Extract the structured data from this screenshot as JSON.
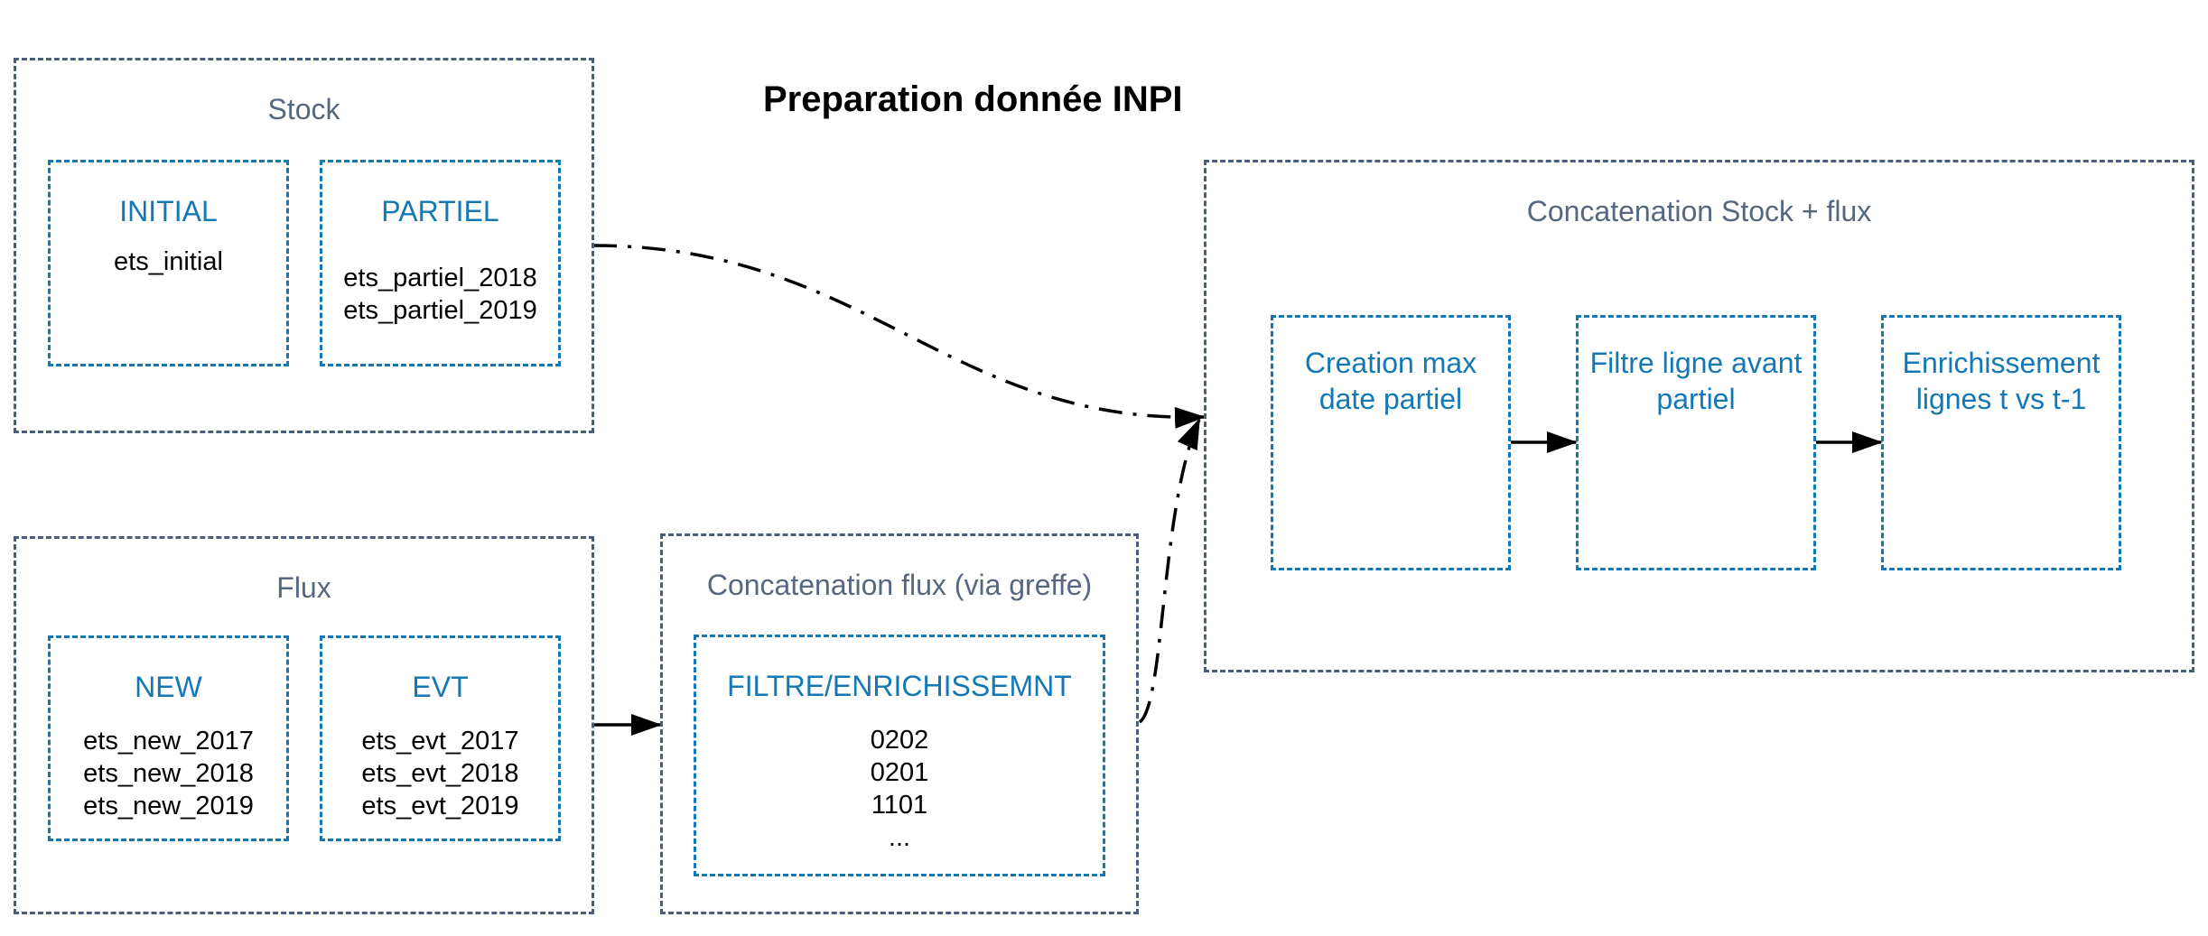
{
  "diagram": {
    "title": "Preparation donnée INPI",
    "stock": {
      "label": "Stock",
      "initial": {
        "title": "INITIAL",
        "lines": [
          "ets_initial"
        ]
      },
      "partiel": {
        "title": "PARTIEL",
        "lines": [
          "ets_partiel_2018",
          "ets_partiel_2019"
        ]
      }
    },
    "flux": {
      "label": "Flux",
      "new": {
        "title": "NEW",
        "lines": [
          "ets_new_2017",
          "ets_new_2018",
          "ets_new_2019"
        ]
      },
      "evt": {
        "title": "EVT",
        "lines": [
          "ets_evt_2017",
          "ets_evt_2018",
          "ets_evt_2019"
        ]
      }
    },
    "concat_flux": {
      "label": "Concatenation flux (via greffe)",
      "filter": {
        "title": "FILTRE/ENRICHISSEMNT",
        "lines": [
          "0202",
          "0201",
          "1101",
          "..."
        ]
      }
    },
    "concat_stock_flux": {
      "label": "Concatenation Stock + flux",
      "steps": [
        {
          "title": "Creation max date partiel"
        },
        {
          "title": "Filtre ligne avant partiel"
        },
        {
          "title": "Enrichissement lignes t vs t-1"
        }
      ]
    }
  },
  "colors": {
    "group_border": "#4a5d7a",
    "group_label": "#56677f",
    "node_border": "#1478b4",
    "node_title": "#1478b4",
    "text": "#000000"
  }
}
